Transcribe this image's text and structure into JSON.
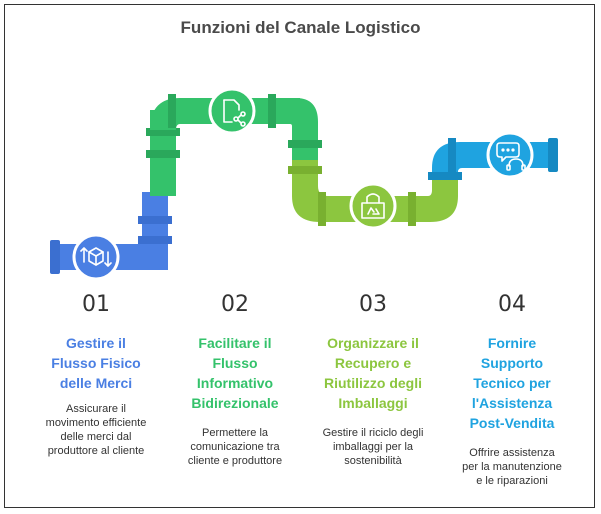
{
  "title": "Funzioni del Canale Logistico",
  "colors": {
    "blue": "#4a7fe3",
    "green": "#34c26b",
    "lime": "#8cc63f",
    "cyan": "#1fa3e0"
  },
  "steps": [
    {
      "number": "01",
      "heading": "Gestire il\nFlusso Fisico\ndelle Merci",
      "description": "Assicurare il\nmovimento efficiente\ndelle merci dal\nproduttore al cliente",
      "icon": "box-transfer-icon"
    },
    {
      "number": "02",
      "heading": "Facilitare il\nFlusso\nInformativo\nBidirezionale",
      "description": "Permettere la\ncomunicazione tra\ncliente e produttore",
      "icon": "document-share-icon"
    },
    {
      "number": "03",
      "heading": "Organizzare il\nRecupero e\nRiutilizzo degli\nImballaggi",
      "description": "Gestire il riciclo degli\nimballaggi per la\nsostenibilità",
      "icon": "recycle-box-icon"
    },
    {
      "number": "04",
      "heading": "Fornire\nSupporto\nTecnico per\nl'Assistenza\nPost-Vendita",
      "description": "Offrire assistenza\nper la manutenzione\ne le riparazioni",
      "icon": "support-chat-icon"
    }
  ]
}
